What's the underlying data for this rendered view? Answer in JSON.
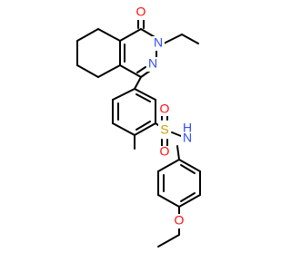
{
  "image": {
    "background": "#ffffff"
  },
  "molecule": {
    "atoms": [
      {
        "id": "O1",
        "label": "O",
        "color": "#ff0d0d"
      },
      {
        "id": "N1",
        "label": "N",
        "color": "#3050f8"
      },
      {
        "id": "N2",
        "label": "N",
        "color": "#3050f8"
      },
      {
        "id": "S1",
        "label": "S",
        "color": "#c8a000"
      },
      {
        "id": "O2",
        "label": "O",
        "color": "#ff0d0d"
      },
      {
        "id": "O3",
        "label": "O",
        "color": "#ff0d0d"
      },
      {
        "id": "NH",
        "label": "N",
        "color": "#3050f8"
      },
      {
        "id": "HH",
        "label": "H",
        "color": "#3050f8"
      },
      {
        "id": "O4",
        "label": "O",
        "color": "#ff0d0d"
      }
    ],
    "bond_color": "#000000"
  }
}
